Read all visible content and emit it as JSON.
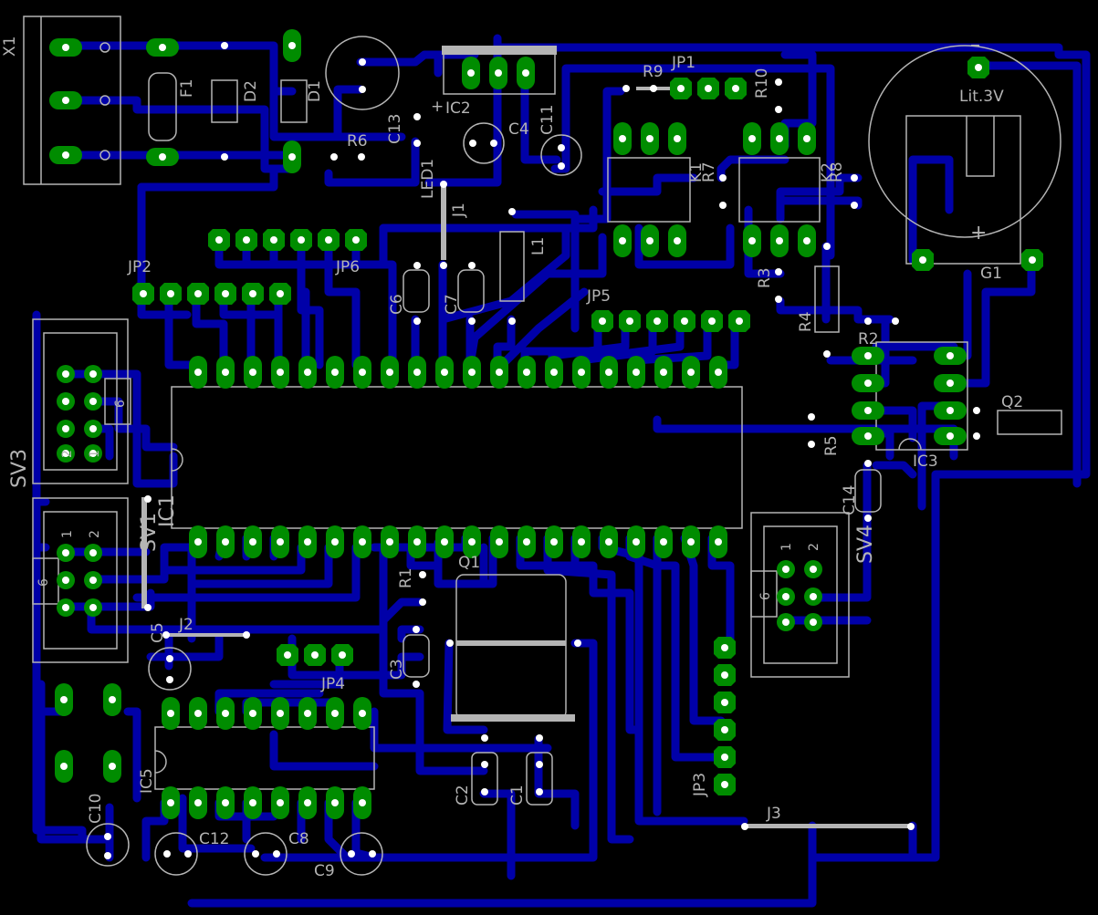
{
  "colors": {
    "background": "#000000",
    "trace": "#0000a8",
    "pad": "#008c00",
    "drill": "#ffffff",
    "silk": "#b4b4b4"
  },
  "labels": {
    "X1": "X1",
    "F1": "F1",
    "D2": "D2",
    "D1": "D1",
    "IC2": "IC2",
    "C4": "C4",
    "C11": "C11",
    "C13": "C13",
    "R6": "R6",
    "LED1": "LED1",
    "J1": "J1",
    "R9": "R9",
    "JP1": "JP1",
    "R10": "R10",
    "K1": "K1",
    "R7": "R7",
    "K2": "K2",
    "R8": "R8",
    "battery_value": "Lit.3V",
    "G1": "G1",
    "battery_minus": "–",
    "battery_plus": "+",
    "JP6": "JP6",
    "JP2": "JP2",
    "L1": "L1",
    "C6": "C6",
    "C7": "C7",
    "R3": "R3",
    "R4": "R4",
    "JP5": "JP5",
    "R2": "R2",
    "SV3": "SV3",
    "SV3_pin6": "6",
    "SV3_pin2": "2",
    "SV3_pin1": "1",
    "Q2": "Q2",
    "R5": "R5",
    "IC3": "IC3",
    "C14": "C14",
    "SV4": "SV4",
    "SV4_pin1": "1",
    "SV4_pin2": "2",
    "SV4_pin6": "6",
    "IC1": "IC1",
    "SV1": "SV1",
    "SV1_pin1": "1",
    "SV1_pin2": "2",
    "SV1_pin6": "6",
    "R1": "R1",
    "Q1": "Q1",
    "C5": "C5",
    "J2": "J2",
    "C3": "C3",
    "JP4": "JP4",
    "JP3": "JP3",
    "C2": "C2",
    "C1": "C1",
    "IC5": "IC5",
    "C10": "C10",
    "C12": "C12",
    "C8": "C8",
    "C9": "C9",
    "J3": "J3"
  }
}
